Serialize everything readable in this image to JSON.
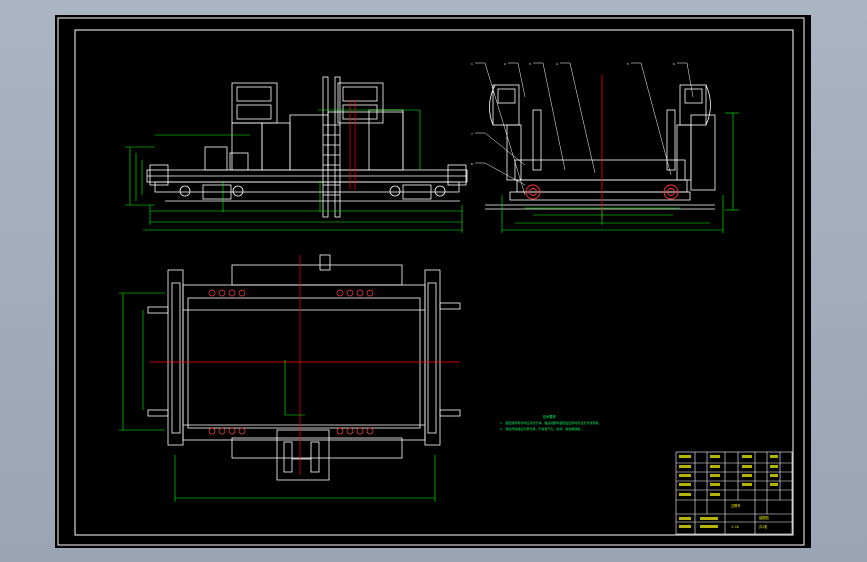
{
  "window": {
    "background": "#a3adbd"
  },
  "colors": {
    "sheet_bg": "#000000",
    "outline": "#ffffff",
    "dimension": "#00ff00",
    "centerline": "#ff0000",
    "note_text": "#00ff66",
    "title_text": "#ffff00"
  },
  "notes": {
    "heading": "技术要求",
    "line1": "1. 装配前所有零件应清洗干净，各运动部件装配后应转动灵活无卡滞现象。",
    "line2": "2. 焊接件焊缝应平整光滑，不得有气孔、夹渣、裂纹等缺陷。"
  },
  "title_block": {
    "drawing_name": "过跨车",
    "scale": "1:10",
    "sheet": "共1张",
    "code": "装配图"
  },
  "balloons": [
    "1",
    "2",
    "3",
    "4",
    "5",
    "6",
    "7",
    "8"
  ]
}
